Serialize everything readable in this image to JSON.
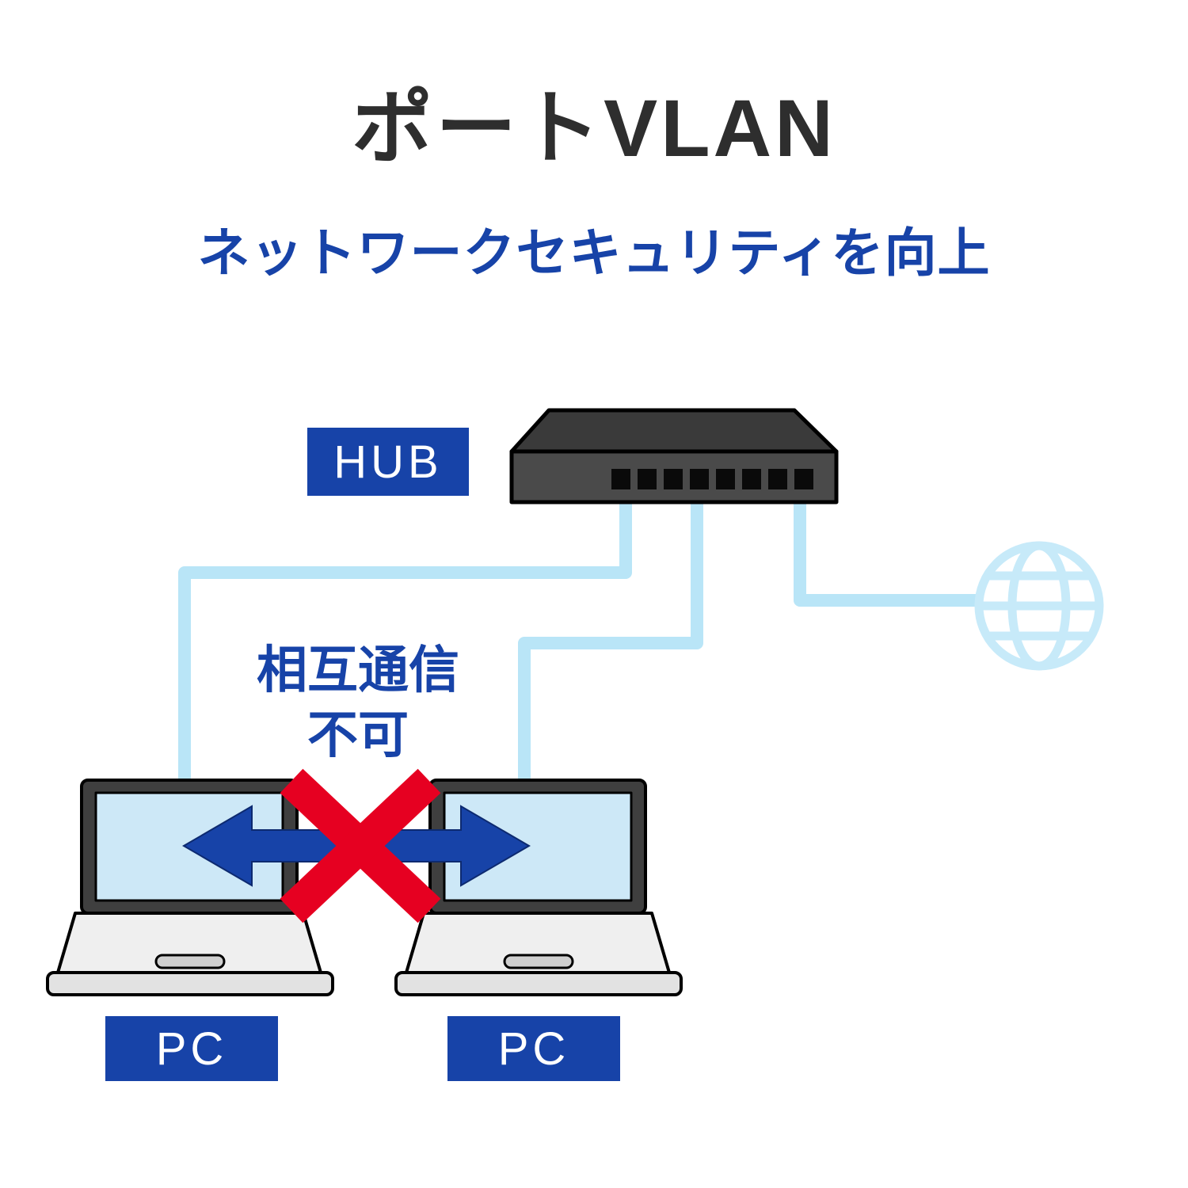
{
  "title": "ポートVLAN",
  "subtitle": "ネットワークセキュリティを向上",
  "diagram": {
    "hub_label": "HUB",
    "pc_left_label": "PC",
    "pc_right_label": "PC",
    "annotation_line1": "相互通信",
    "annotation_line2": "不可",
    "internet_icon": "globe-icon",
    "blocked_icon": "red-cross-icon"
  },
  "colors": {
    "accent_blue": "#1743a8",
    "cable_blue": "#b9e5f7",
    "globe_blue": "#c7eaf9",
    "cross_red": "#e60021",
    "title_color": "#2e2e2e",
    "switch_dark_top": "#3a3a3a",
    "switch_dark_front": "#4a4a4a",
    "screen_blue": "#cde8f7"
  }
}
